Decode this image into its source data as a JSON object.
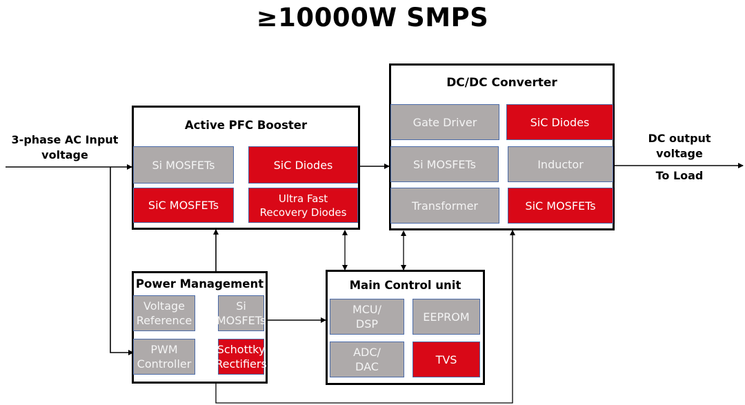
{
  "title": "≥10000W SMPS",
  "colors": {
    "red_component": "#d90817",
    "grey_component": "#aeaaaa",
    "component_border": "#4a6aa8",
    "block_border": "#000000"
  },
  "input_label": "3-phase AC Input\nvoltage",
  "output_label": "DC output\nvoltage",
  "output_sublabel": "To Load",
  "blocks": {
    "pfc": {
      "title": "Active PFC Booster",
      "components": [
        {
          "label": "Si MOSFETs",
          "type": "grey"
        },
        {
          "label": "SiC Diodes",
          "type": "red"
        },
        {
          "label": "SiC MOSFETs",
          "type": "red"
        },
        {
          "label": "Ultra Fast\nRecovery Diodes",
          "type": "red"
        }
      ]
    },
    "dcdc": {
      "title": "DC/DC Converter",
      "components": [
        {
          "label": "Gate Driver",
          "type": "grey"
        },
        {
          "label": "SiC Diodes",
          "type": "red"
        },
        {
          "label": "Si MOSFETs",
          "type": "grey"
        },
        {
          "label": "Inductor",
          "type": "grey"
        },
        {
          "label": "Transformer",
          "type": "grey"
        },
        {
          "label": "SiC MOSFETs",
          "type": "red"
        }
      ]
    },
    "power_mgmt": {
      "title": "Power Management",
      "components": [
        {
          "label": "Voltage\nReference",
          "type": "grey"
        },
        {
          "label": "Si\nMOSFETs",
          "type": "grey"
        },
        {
          "label": "PWM\nController",
          "type": "grey"
        },
        {
          "label": "Schottky\nRectifiers",
          "type": "red"
        }
      ]
    },
    "mcu": {
      "title": "Main Control unit",
      "components": [
        {
          "label": "MCU/\nDSP",
          "type": "grey"
        },
        {
          "label": "EEPROM",
          "type": "grey"
        },
        {
          "label": "ADC/\nDAC",
          "type": "grey"
        },
        {
          "label": "TVS",
          "type": "red"
        }
      ]
    }
  }
}
